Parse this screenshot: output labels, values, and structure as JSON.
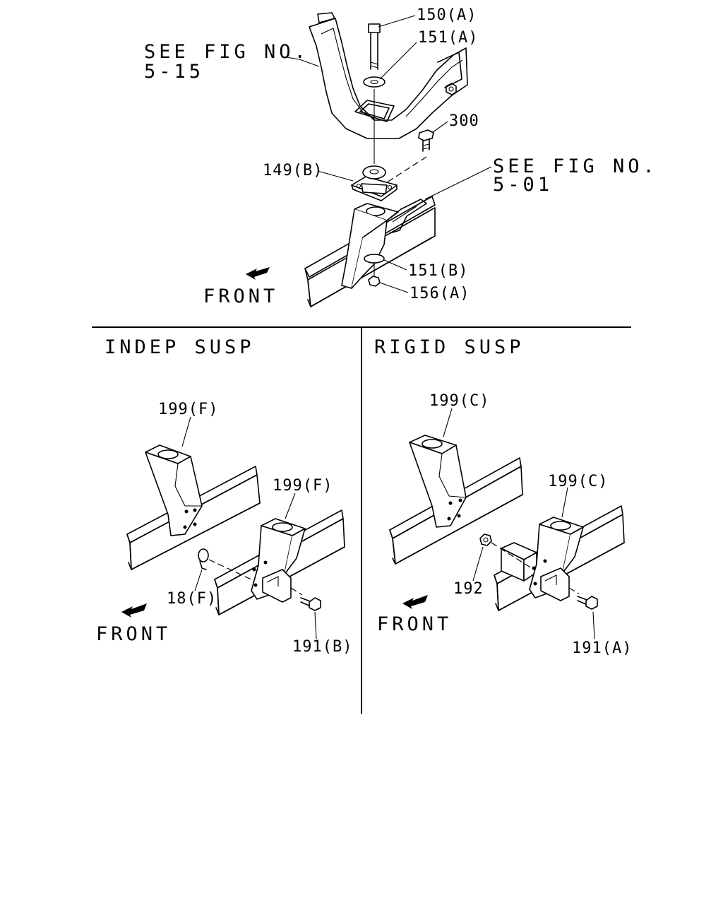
{
  "top_view": {
    "ref_fig_upper_line1": "SEE FIG NO.",
    "ref_fig_upper_line2": "5-15",
    "ref_fig_right_line1": "SEE FIG NO.",
    "ref_fig_right_line2": "5-01",
    "front_label": "FRONT",
    "callouts": {
      "c150A": "150(A)",
      "c151A": "151(A)",
      "c300": "300",
      "c149B": "149(B)",
      "c151B": "151(B)",
      "c156A": "156(A)"
    }
  },
  "indep_panel": {
    "title": "INDEP SUSP",
    "front_label": "FRONT",
    "callouts": {
      "c199F_a": "199(F)",
      "c199F_b": "199(F)",
      "c18F": "18(F)",
      "c191B": "191(B)"
    }
  },
  "rigid_panel": {
    "title": "RIGID SUSP",
    "front_label": "FRONT",
    "callouts": {
      "c199C_a": "199(C)",
      "c199C_b": "199(C)",
      "c192": "192",
      "c191A": "191(A)"
    }
  },
  "colors": {
    "ink": "#000000",
    "paper": "#ffffff"
  },
  "icons": [
    "front-arrow-icon",
    "bolt-icon",
    "washer-icon",
    "nut-icon",
    "mount-insulator-icon",
    "frame-bracket-icon"
  ]
}
